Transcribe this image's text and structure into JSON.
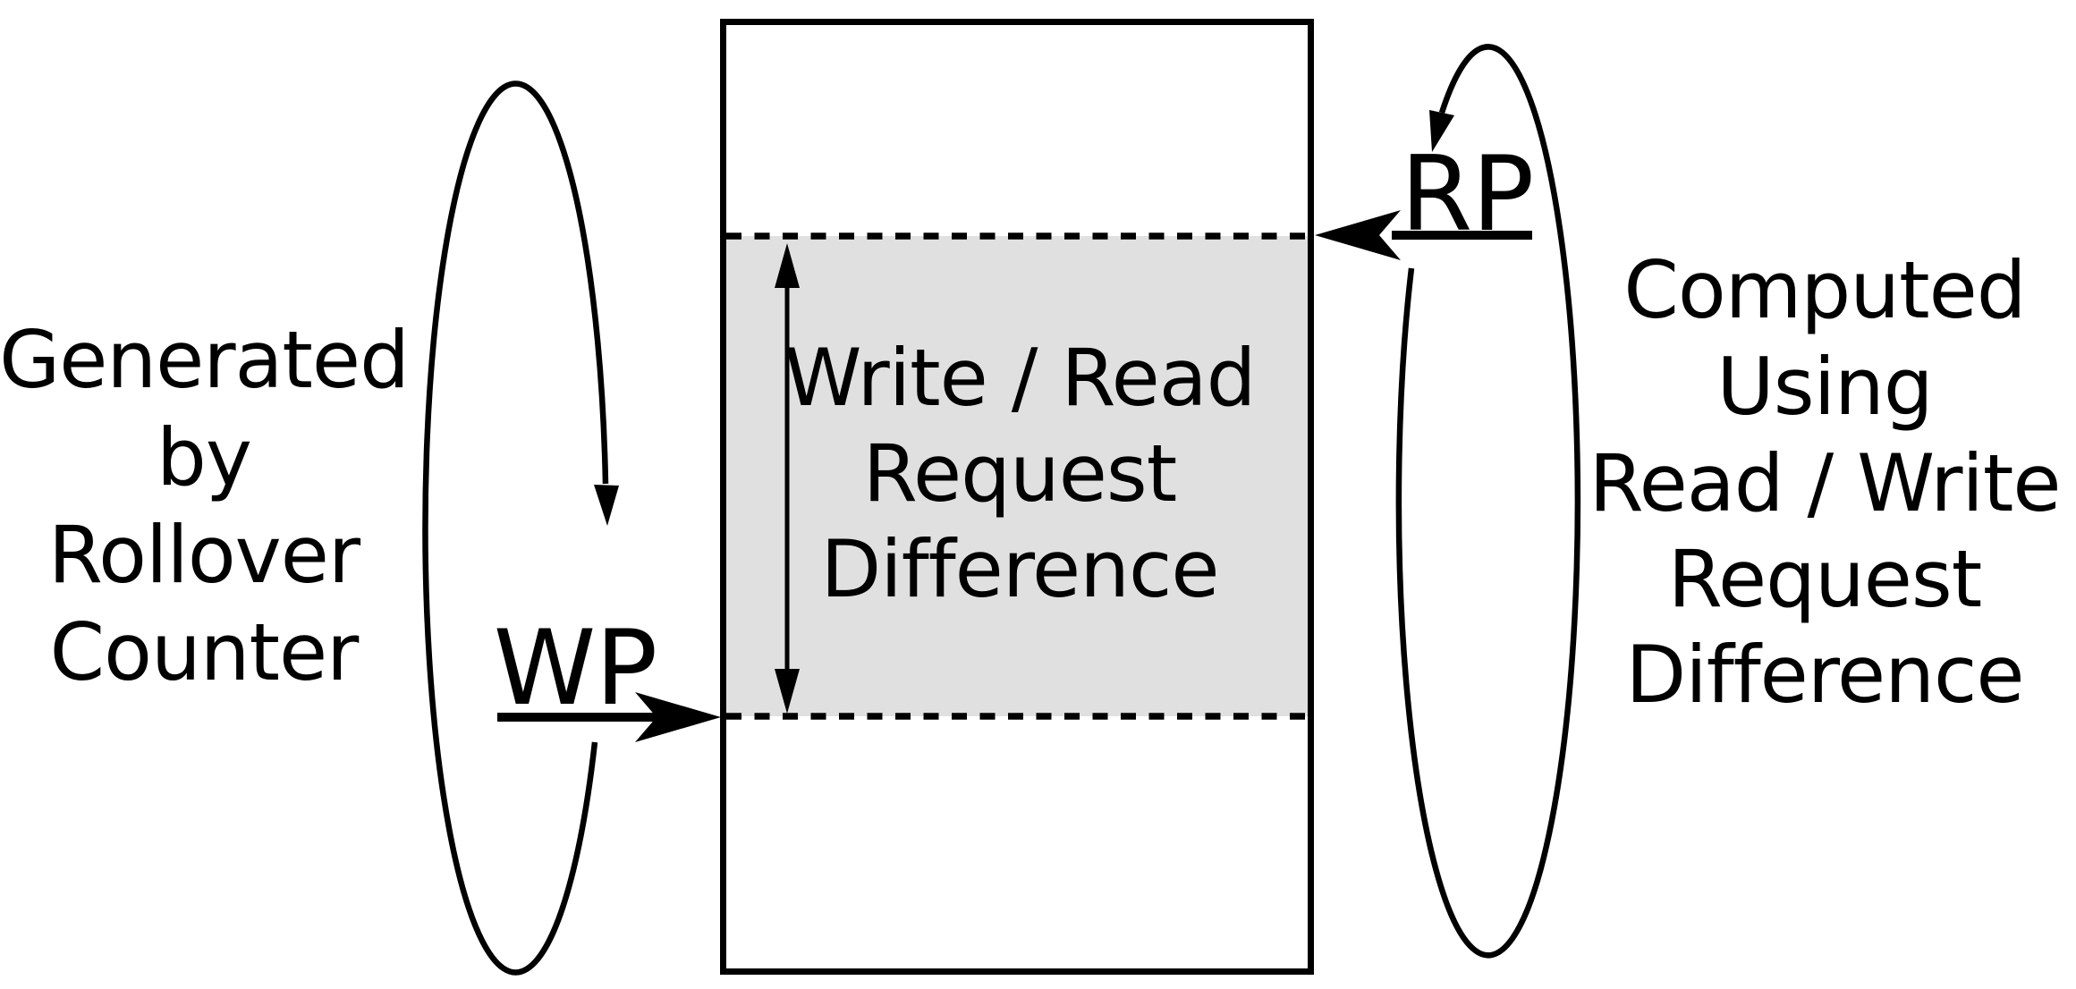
{
  "diagram": {
    "description": "FIFO buffer write/read pointer diagram",
    "buffer_region_label": [
      "Write / Read",
      "Request",
      "Difference"
    ],
    "left_caption": [
      "Generated",
      "by",
      "Rollover",
      "Counter"
    ],
    "right_caption": [
      "Computed",
      "Using",
      "Read / Write",
      "Request",
      "Difference"
    ],
    "write_pointer_label": "WP",
    "read_pointer_label": "RP",
    "colors": {
      "ink": "#000000",
      "region_fill": "#e0e0e0",
      "background": "#ffffff"
    }
  }
}
